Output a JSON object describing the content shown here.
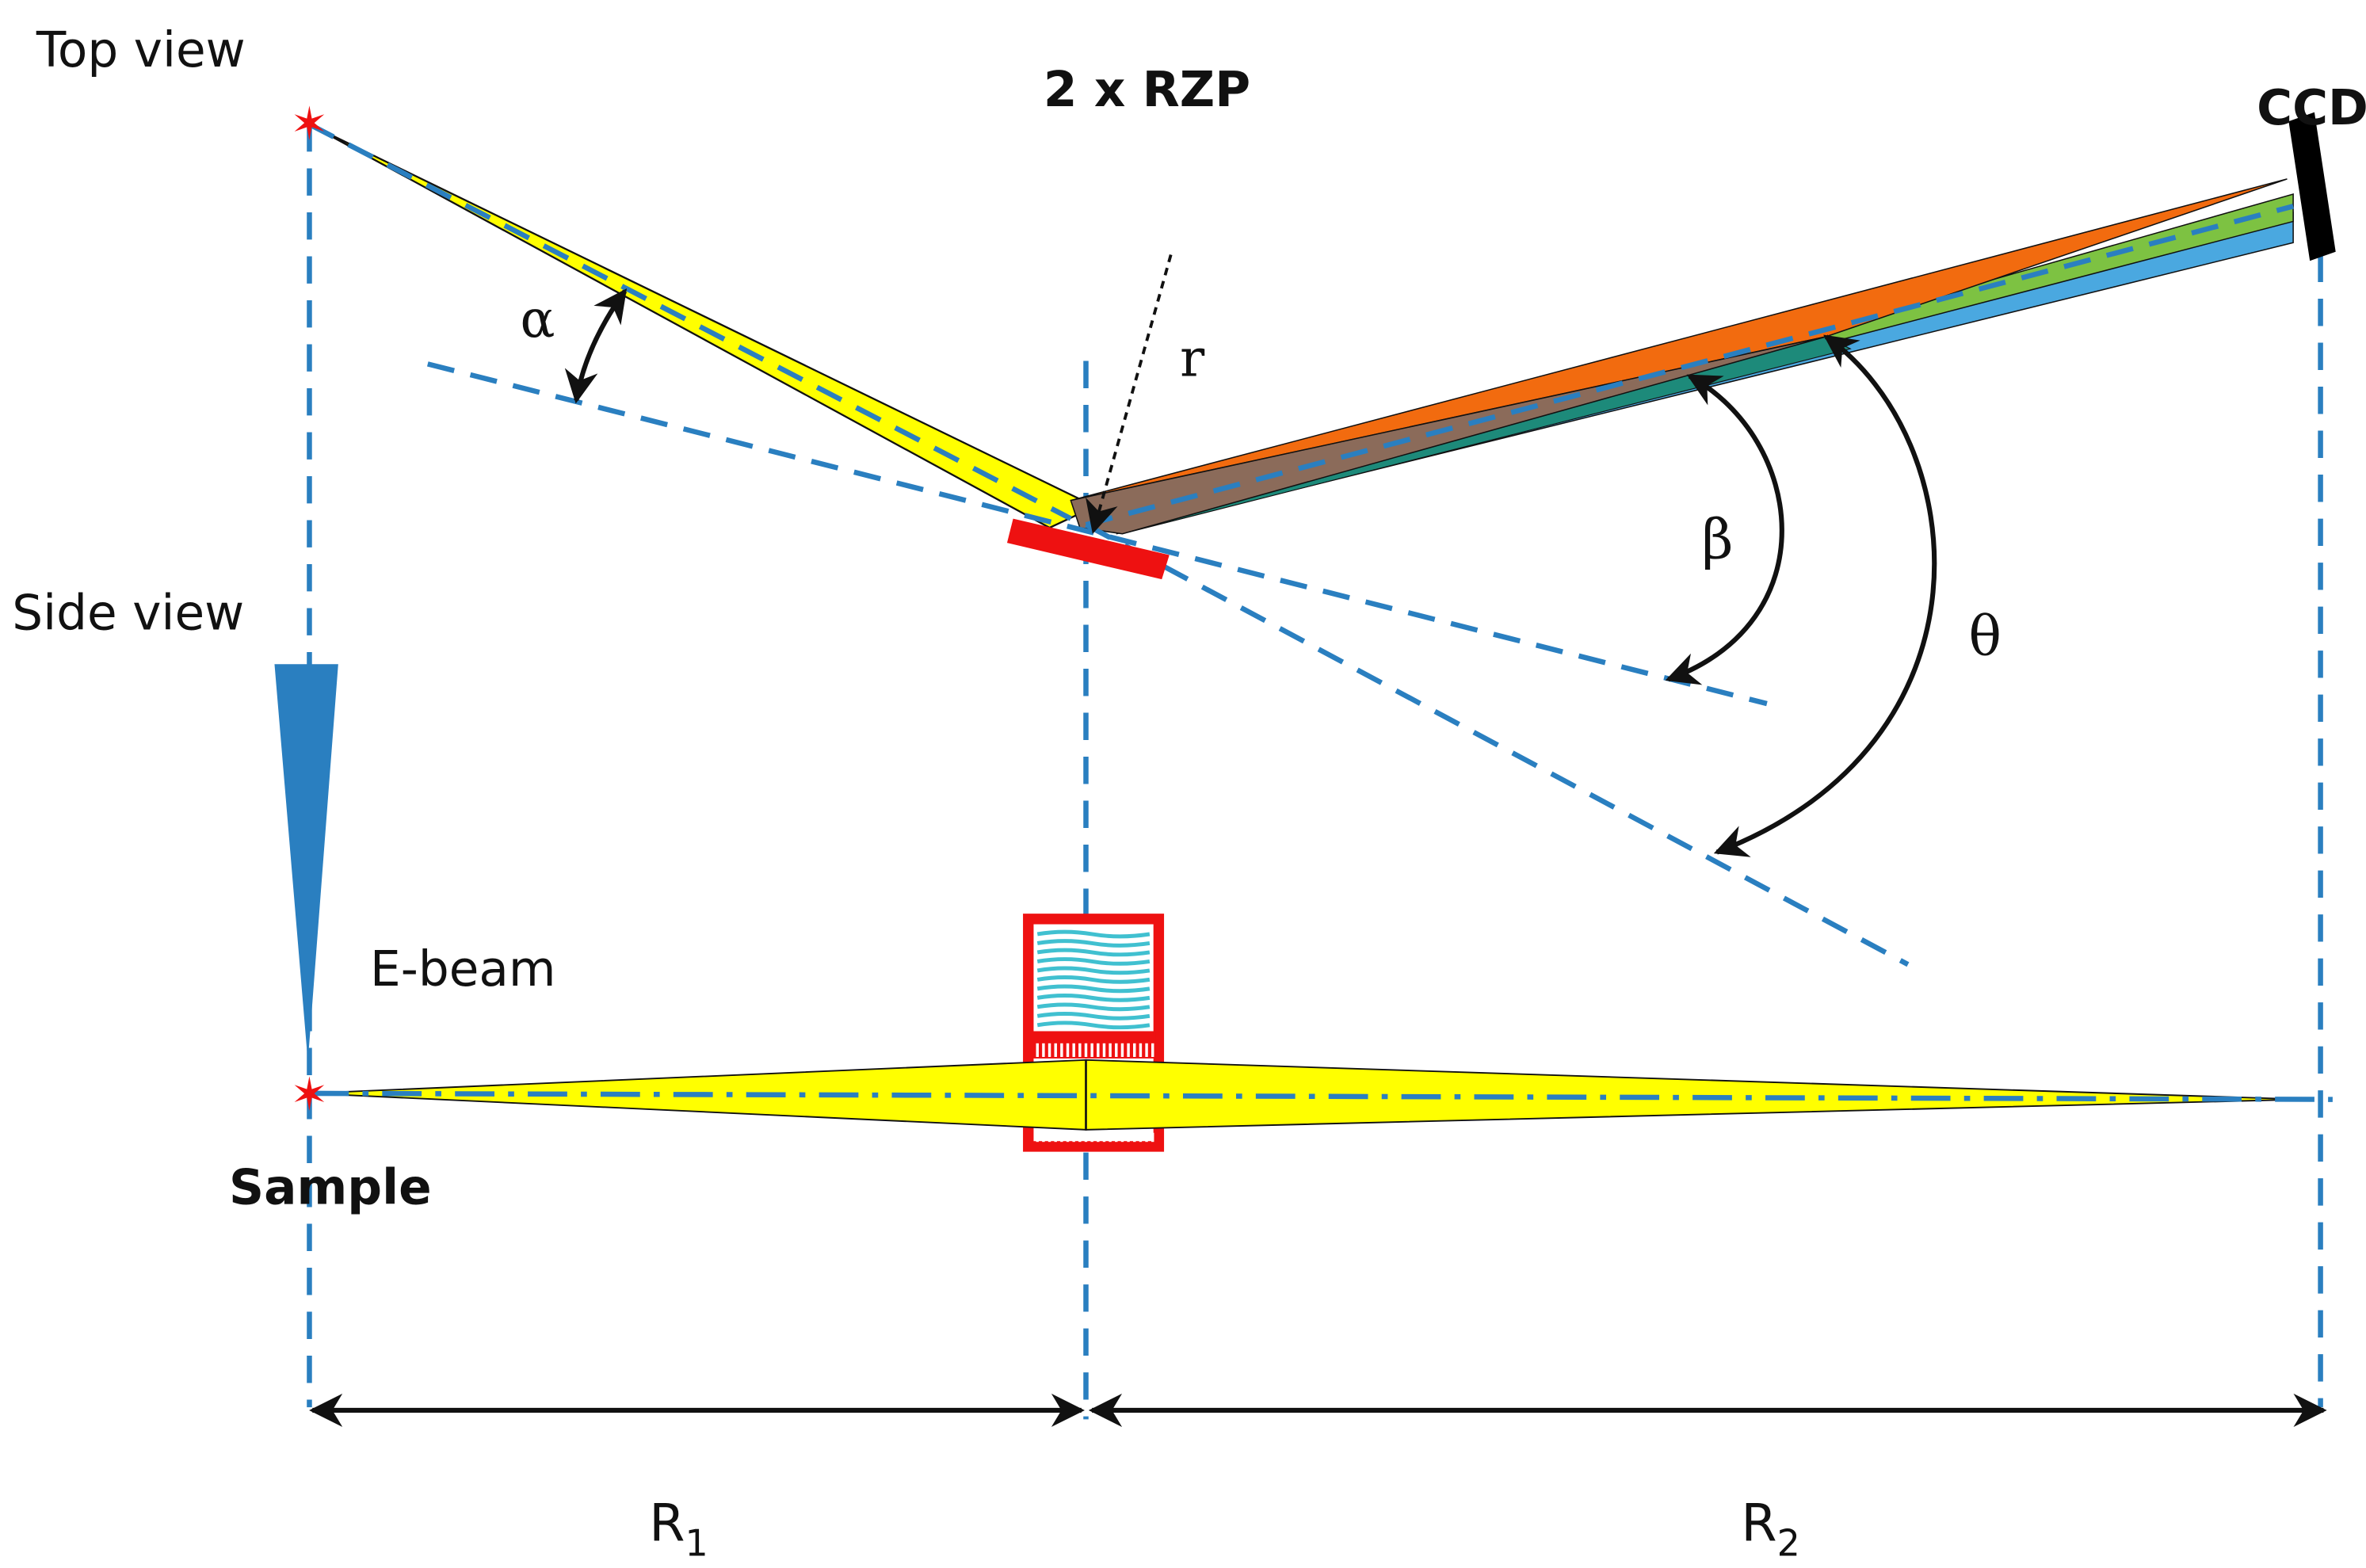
{
  "labels": {
    "top_view": "Top view",
    "side_view": "Side view",
    "rzp": "2 x RZP",
    "ccd": "CCD",
    "ebeam": "E-beam",
    "sample": "Sample",
    "alpha": "α",
    "beta": "β",
    "theta": "θ",
    "r": "r",
    "R1": "R",
    "R1_sub": "1",
    "R2": "R",
    "R2_sub": "2"
  },
  "colors": {
    "incident_beam": "#ffff00",
    "beam_orange": "#f26b0f",
    "beam_green": "#7dc242",
    "beam_blue": "#4aa8e0",
    "beam_brown": "#8b6b5a",
    "beam_teal": "#1d8a7a",
    "rzp": "#ee1111",
    "ccd": "#000000",
    "guide_lines": "#2a7fc0",
    "ebeam": "#2a7fc0",
    "zone_plate_lines": "#40c0d0"
  }
}
